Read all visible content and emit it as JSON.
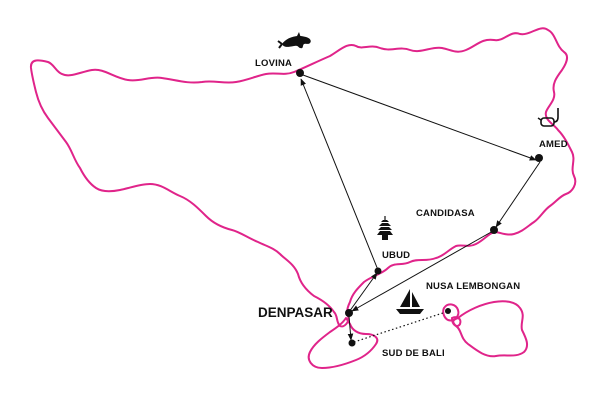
{
  "colors": {
    "coastline": "#e0248a",
    "route": "#111111",
    "background": "#ffffff"
  },
  "places": {
    "lovina": "LOVINA",
    "amed": "AMED",
    "candidasa": "CANDIDASA",
    "ubud": "UBUD",
    "denpasar": "DENPASAR",
    "nusa_lembongan": "NUSA LEMBONGAN",
    "sud_de_bali": "SUD DE BALI"
  },
  "icons": {
    "lovina": "dolphin-icon",
    "amed": "snorkel-mask-icon",
    "ubud": "temple-icon",
    "nusa_lembongan": "sailboat-icon"
  },
  "routes": [
    {
      "from": "denpasar",
      "to": "ubud",
      "style": "solid-arrow"
    },
    {
      "from": "ubud",
      "to": "lovina",
      "style": "solid-arrow"
    },
    {
      "from": "lovina",
      "to": "amed",
      "style": "solid-arrow"
    },
    {
      "from": "amed",
      "to": "candidasa",
      "style": "solid-arrow"
    },
    {
      "from": "candidasa",
      "to": "denpasar",
      "style": "solid-arrow"
    },
    {
      "from": "denpasar",
      "to": "sud_de_bali",
      "style": "solid-arrow"
    },
    {
      "from": "sud_de_bali",
      "to": "nusa_lembongan",
      "style": "dotted"
    }
  ]
}
